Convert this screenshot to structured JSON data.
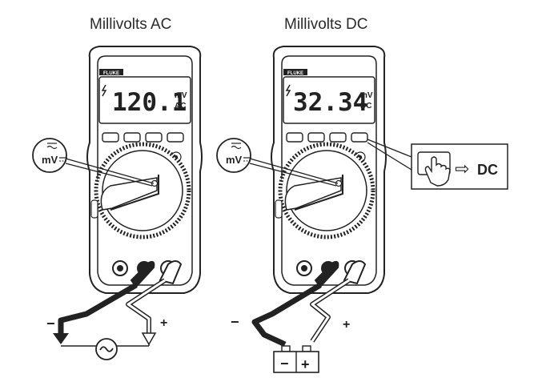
{
  "left_meter": {
    "title": "Millivolts AC",
    "brand": "FLUKE",
    "reading": "120.1",
    "unit_top": "mV",
    "unit_bottom": "AC",
    "dial_label": "mV",
    "lead_negative": "−",
    "lead_positive": "+",
    "source_symbol": "~"
  },
  "right_meter": {
    "title": "Millivolts DC",
    "brand": "FLUKE",
    "reading": "32.34",
    "unit_top": "mV",
    "unit_bottom": "DC",
    "dial_label": "mV",
    "lead_negative": "−",
    "lead_positive": "+",
    "battery_negative": "−",
    "battery_positive": "+"
  },
  "callout": {
    "arrow": "⇨",
    "label": "DC"
  },
  "icons": [
    "lightning-icon",
    "pointing-hand-icon",
    "ac-source-icon",
    "battery-icon",
    "light-button-icon"
  ]
}
